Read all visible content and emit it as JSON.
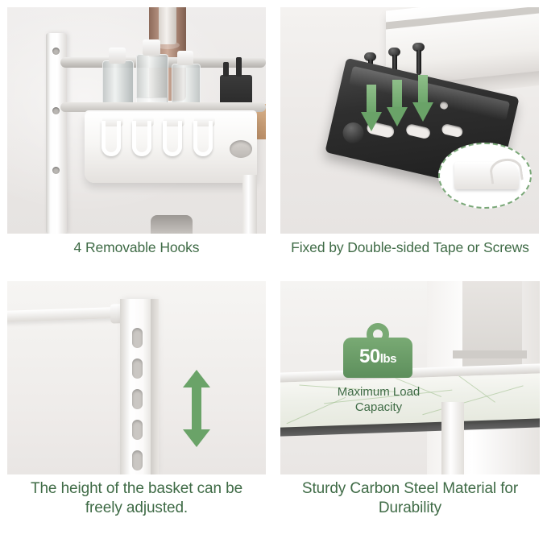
{
  "page": {
    "background": "#ffffff",
    "caption_color": "#3f6b46",
    "accent_green": "#6aa368"
  },
  "panels": [
    {
      "id": "panel-1",
      "caption": "4 Removable Hooks",
      "scene": "white wall-mounted shelf basket holding three clear pump bottles, a dark bristle brush holder and a wooden-capped bottle, with four removable white hooks hanging from the basket rim",
      "objects": [
        {
          "name": "removable-hook",
          "count": 4
        },
        {
          "name": "pump-bottle",
          "count": 3
        },
        {
          "name": "brush-holder",
          "count": 1
        },
        {
          "name": "wall-post",
          "count": 1
        }
      ]
    },
    {
      "id": "panel-2",
      "caption": "Fixed by Double-sided Tape or Screws",
      "scene": "black mounting bar lying on a light surface under a white shelf, with three black screws above it, three green downward arrows pointing at the bar, and a dashed oval inset showing a white double-sided tape strip",
      "objects": [
        {
          "name": "screw",
          "count": 3
        },
        {
          "name": "green-down-arrow",
          "count": 3
        },
        {
          "name": "mounting-bar",
          "count": 1
        },
        {
          "name": "double-sided-tape-inset",
          "count": 1
        }
      ]
    },
    {
      "id": "panel-3",
      "caption": "The height of the basket can be freely adjusted.",
      "scene": "close-up of a white perforated vertical post with a column of slots and a green double-headed vertical arrow beside it indicating adjustable height",
      "objects": [
        {
          "name": "slotted-post",
          "count": 1
        },
        {
          "name": "green-double-arrow",
          "count": 1
        },
        {
          "name": "horizontal-rail",
          "count": 1
        }
      ]
    },
    {
      "id": "panel-4",
      "caption": "Sturdy Carbon Steel Material for Durability",
      "scene": "white shelf rails mounted under a marble-look countertop next to a cabinet, with a green weight icon overlay",
      "overlay": {
        "weight_value": "50",
        "weight_unit": "lbs",
        "label_line1": "Maximum Load",
        "label_line2": "Capacity"
      },
      "objects": [
        {
          "name": "weight-icon",
          "count": 1
        },
        {
          "name": "shelf-rail",
          "count": 2
        },
        {
          "name": "countertop",
          "count": 1
        }
      ]
    }
  ]
}
